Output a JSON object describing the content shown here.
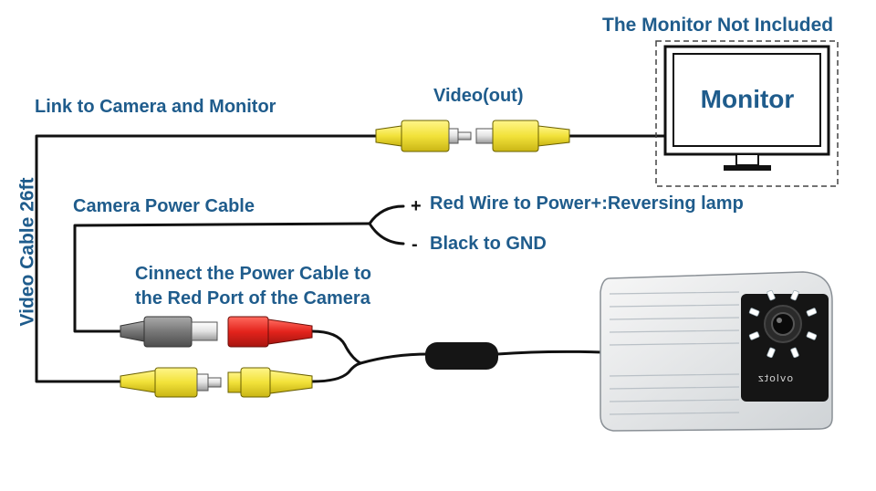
{
  "labels": {
    "monitor_not_included": "The Monitor Not Included",
    "monitor": "Monitor",
    "video_out": "Video(out)",
    "link_to_camera_monitor": "Link to Camera and Monitor",
    "camera_power_cable": "Camera Power Cable",
    "plus_sign": "+",
    "minus_sign": "-",
    "red_wire": "Red Wire to Power+:Reversing lamp",
    "black_gnd": "Black to GND",
    "connect_power_line1": "Cinnect the Power Cable to",
    "connect_power_line2": "the Red Port of the Camera",
    "video_cable": "Video Cable 26ft"
  },
  "camera": {
    "brand": "ovlotz",
    "led_count": 8
  },
  "colors": {
    "label_blue": "#1f5c8c",
    "cable": "#111111",
    "rca_yellow": "#f2e23a",
    "power_red": "#e3231c",
    "power_gray": "#777777",
    "camera_body": "#151515",
    "led_white": "#ffffff"
  }
}
